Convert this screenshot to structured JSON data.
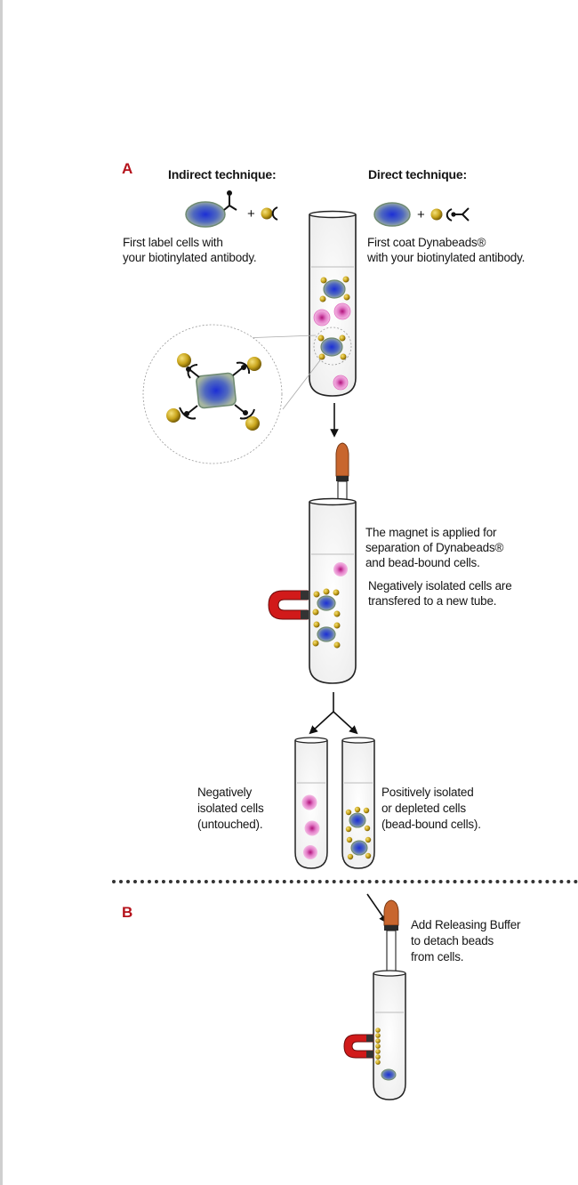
{
  "section_a": {
    "label": "A",
    "indirect": {
      "title": "Indirect technique:",
      "desc_line1": "First label cells with",
      "desc_line2": "your biotinylated antibody."
    },
    "direct": {
      "title": "Direct technique:",
      "desc_line1": "First coat Dynabeads®",
      "desc_line2": "with your biotinylated antibody."
    },
    "magnet_step": {
      "line1": "The magnet is applied for",
      "line2": "separation of Dynabeads®",
      "line3": "and bead-bound cells.",
      "line4": "Negatively isolated cells are",
      "line5": "transfered to a new tube."
    },
    "negative": {
      "line1": "Negatively",
      "line2": "isolated cells",
      "line3": "(untouched)."
    },
    "positive": {
      "line1": "Positively isolated",
      "line2": "or depleted cells",
      "line3": "(bead-bound cells)."
    }
  },
  "section_b": {
    "label": "B",
    "line1": "Add Releasing Buffer",
    "line2": "to detach beads",
    "line3": "from cells."
  },
  "colors": {
    "section_label": "#b5121b",
    "cell_blue": "#3a55c8",
    "cell_outline": "#6f8a72",
    "bead_gold": "#c9a51c",
    "cell_pink": "#e070c0",
    "magnet_red": "#d11a1a",
    "pipette_bulb": "#c8662e"
  }
}
